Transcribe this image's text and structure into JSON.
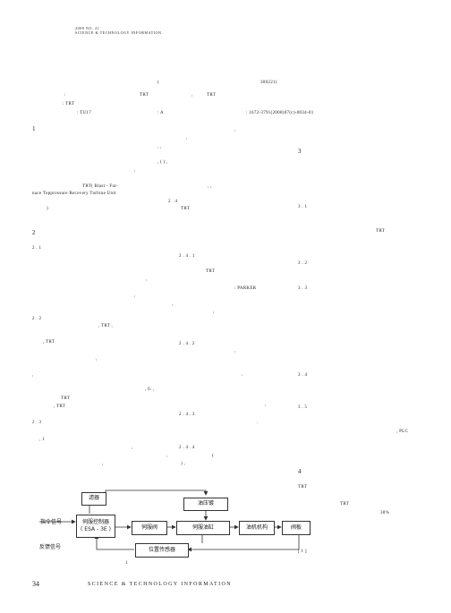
{
  "header": {
    "issue_line": "2008   NO. 21",
    "journal_line": "SCIENCE  &  TECHNOLOGY  INFORMATION"
  },
  "front_matter": {
    "affiliation_open": "(",
    "affiliation_code": "300221)",
    "abstract_colon": ":",
    "abstract_trt_1": "TRT",
    "abstract_comma": ",",
    "abstract_trt_2": "TRT",
    "keywords": ": TRT",
    "classification": ": TU17",
    "doc_code": ": A",
    "article_id": ": 1672-3791(2008)07(c)-0034-01"
  },
  "left_column": {
    "sec1_number": "1",
    "sec1_frag_a": ",",
    "sec1_frag_b": ",",
    "sec1_frag_c": ",        ,",
    "sec1_frag_d": ",                  (      )          ,",
    "sec1_frag_e": ",",
    "sec1_trt_line": "TRT( Blast - Fur-",
    "sec1_frag_f": ",             ,",
    "sec1_eng_line": "nace Topprossure Recovery Turbine Unit",
    "sec1_ref": "2 . 4",
    "sec1_paren": ")",
    "sec1_trt_end": "TRT",
    "sec2_number": "2",
    "sec2_1": "2 . 1",
    "sec2_1_frag_a": ",",
    "sec2_1_frag_b": ",",
    "sec2_2": "2 . 2",
    "sec2_2_line_a": ",     TRT        ,",
    "sec2_2_line_b": ",        TRT",
    "sec2_2_frag_c": ",",
    "sec2_2_frag_d": ",",
    "sec2_2_trt_c": "TRT",
    "sec2_2_line_e": ",           TRT",
    "sec2_3": "2 . 3",
    "sec2_3_line_a": ",             1",
    "sec2_3_frag_b": ",",
    "sec2_3_frag_c": ","
  },
  "right_col_left": {
    "s2_4_1": "2 . 4 . 1",
    "s2_4_1_trt": "TRT",
    "s2_4_1_parker": ": PARKER",
    "s2_4_1_frag": ",",
    "s2_4_1_frag_b": ",",
    "s2_4_2": "2 . 4 . 2",
    "s2_4_2_frag_a": ",",
    "s2_4_2_frag_b": ",",
    "s2_4_2_frag_c": ",        0.         ,",
    "s2_4_2_frag_d": ",",
    "s2_4_3": "2 . 4 . 3",
    "s2_4_3_frag": ".",
    "s2_4_4": "2 . 4 . 4",
    "s2_4_4_frag_a": ",",
    "s2_4_4_paren": "(",
    "s2_4_4_frag_b": ")            ,"
  },
  "right_column": {
    "sec3_number": "3",
    "s3_1": "3 . 1",
    "s3_1_trt": "TRT",
    "s3_2": "3 . 2",
    "s3_3": "3 . 3",
    "s3_4": "3 . 4",
    "s3_5": "3 . 5",
    "s3_5_plc": ", PLC",
    "sec4_number": "4",
    "sec4_trt_a": "TRT",
    "sec4_trt_b": "TRT",
    "sec4_percent": "30%",
    "ref_1": "[ 1 ]"
  },
  "diagram": {
    "filter_label": "滤器",
    "pressure_gauge_label": "油压镀",
    "command_signal_label": "指令信号",
    "servo_controller_line1": "伺服控制器",
    "servo_controller_line2": "( ESA - 3E )",
    "servo_valve_label": "伺服阀",
    "servo_cylinder_label": "伺服油缸",
    "actuator_label": "油机机构",
    "gate_label": "阀板",
    "feedback_signal_label": "反馈信号",
    "position_sensor_label": "位置传感器",
    "figure_caption": "1"
  },
  "footer": {
    "page_number": "34",
    "journal_name": "SCIENCE  &  TECHNOLOGY  INFORMATION"
  }
}
